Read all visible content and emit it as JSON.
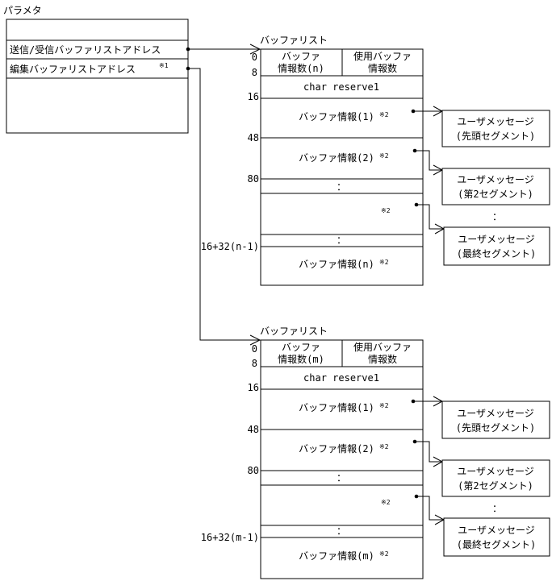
{
  "param": {
    "title": "パラメタ",
    "row_send_recv": "送信/受信バッファリストアドレス",
    "row_edit": "編集バッファリストアドレス",
    "row_edit_note": "※1"
  },
  "lists": [
    {
      "title": "バッファリスト",
      "header_left_line1": "バッファ",
      "header_left_line2": "情報数(n)",
      "header_right_line1": "使用バッファ",
      "header_right_line2": "情報数",
      "offset_0": "0",
      "offset_8": "8",
      "offset_16": "16",
      "offset_48": "48",
      "offset_80": "80",
      "offset_last": "16+32(n-1)",
      "reserve": "char reserve1",
      "info1": "バッファ情報(1)",
      "info2": "バッファ情報(2)",
      "info_last": "バッファ情報(n)",
      "note2": "※2",
      "ellipsis": "：",
      "messages": [
        {
          "line1": "ユーザメッセージ",
          "line2": "(先頭セグメント)"
        },
        {
          "line1": "ユーザメッセージ",
          "line2": "(第2セグメント)"
        },
        {
          "line1": "ユーザメッセージ",
          "line2": "(最終セグメント)"
        }
      ]
    },
    {
      "title": "バッファリスト",
      "header_left_line1": "バッファ",
      "header_left_line2": "情報数(m)",
      "header_right_line1": "使用バッファ",
      "header_right_line2": "情報数",
      "offset_0": "0",
      "offset_8": "8",
      "offset_16": "16",
      "offset_48": "48",
      "offset_80": "80",
      "offset_last": "16+32(m-1)",
      "reserve": "char reserve1",
      "info1": "バッファ情報(1)",
      "info2": "バッファ情報(2)",
      "info_last": "バッファ情報(m)",
      "note2": "※2",
      "ellipsis": "：",
      "messages": [
        {
          "line1": "ユーザメッセージ",
          "line2": "(先頭セグメント)"
        },
        {
          "line1": "ユーザメッセージ",
          "line2": "(第2セグメント)"
        },
        {
          "line1": "ユーザメッセージ",
          "line2": "(最終セグメント)"
        }
      ]
    }
  ]
}
